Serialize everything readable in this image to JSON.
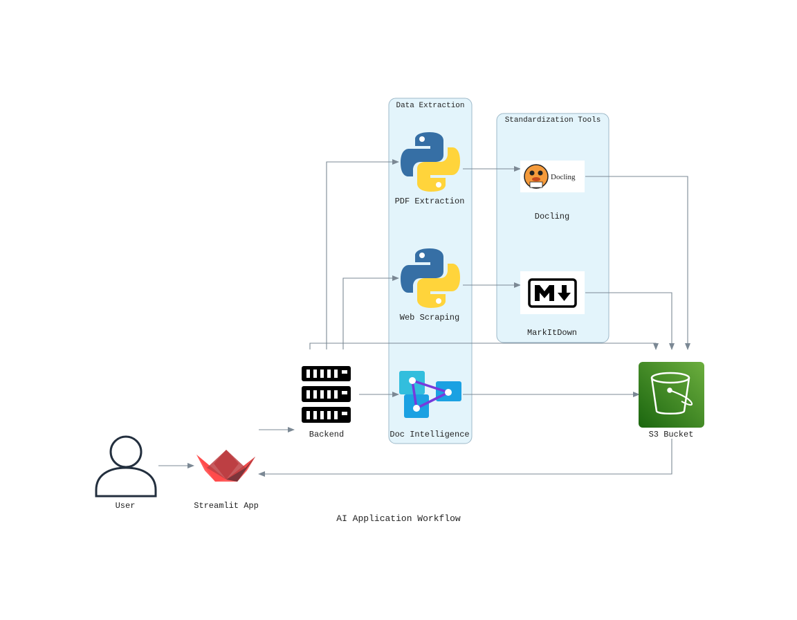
{
  "title": "AI Application Workflow",
  "clusters": {
    "data_extraction": "Data Extraction",
    "standardization": "Standardization Tools"
  },
  "nodes": {
    "user": "User",
    "streamlit": "Streamlit App",
    "backend": "Backend",
    "pdf": "PDF Extraction",
    "web": "Web Scraping",
    "docint": "Doc Intelligence",
    "docling": "Docling",
    "docling_logo_text": "Docling",
    "markitdown": "MarkItDown",
    "s3": "S3 Bucket"
  },
  "colors": {
    "cluster_fill": "#e3f4fb",
    "cluster_stroke": "#9db8c8",
    "edge": "#7b8894",
    "python_blue": "#366fa5",
    "python_yellow": "#ffd43b",
    "streamlit_red": "#ff4b4b",
    "s3_green": "#3f8624",
    "azure_blue": "#1ba1e2"
  },
  "icons": {
    "user": "user-icon",
    "streamlit": "streamlit-boat-icon",
    "backend": "server-rack-icon",
    "pdf": "python-icon",
    "web": "python-icon",
    "docint": "azure-doc-intelligence-icon",
    "docling": "docling-duck-icon",
    "markitdown": "markdown-icon",
    "s3": "s3-bucket-icon"
  }
}
